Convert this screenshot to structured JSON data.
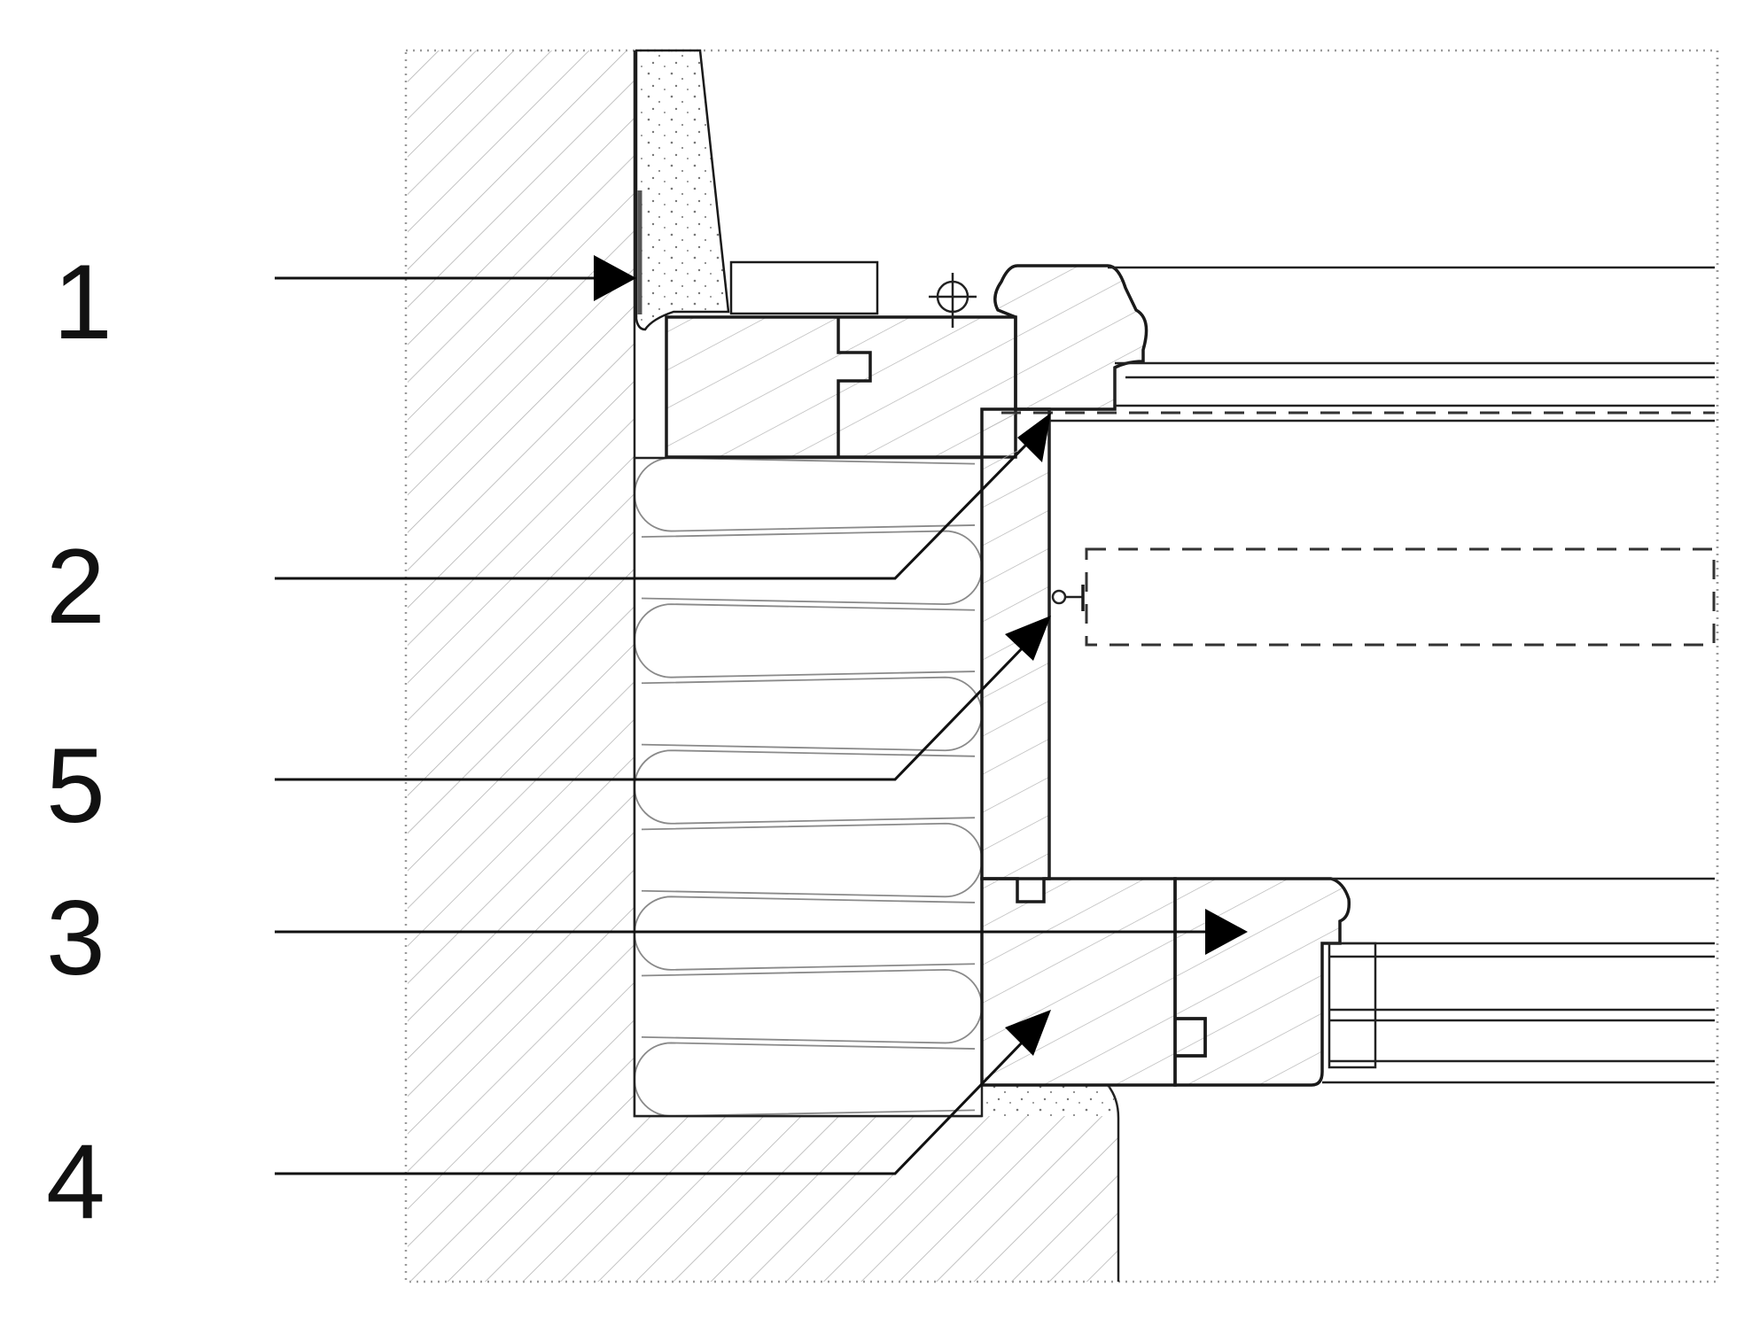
{
  "labels": [
    {
      "id": "1",
      "text": "1"
    },
    {
      "id": "2",
      "text": "2"
    },
    {
      "id": "5",
      "text": "5"
    },
    {
      "id": "3",
      "text": "3"
    },
    {
      "id": "4",
      "text": "4"
    }
  ],
  "colors": {
    "line": "#1a1a1a",
    "hatch": "#a8a8a8",
    "background": "#ffffff",
    "arrow": "#000000"
  }
}
